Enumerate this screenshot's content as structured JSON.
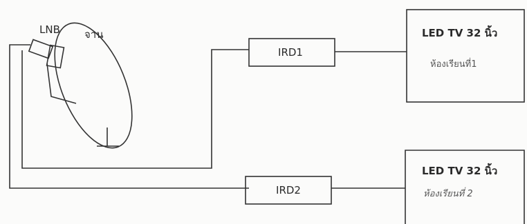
{
  "satellite": {
    "lnb_label": "LNB",
    "dish_label": "จาน"
  },
  "receivers": [
    {
      "label": "IRD1"
    },
    {
      "label": "IRD2"
    }
  ],
  "tvs": [
    {
      "title": "LED TV 32 นิ้ว",
      "room": "ห้องเรียนที่1"
    },
    {
      "title": "LED TV 32 นิ้ว",
      "room": "ห้องเรียนที่ 2"
    }
  ],
  "colors": {
    "line": "#333333",
    "background": "#fbfbfa"
  }
}
